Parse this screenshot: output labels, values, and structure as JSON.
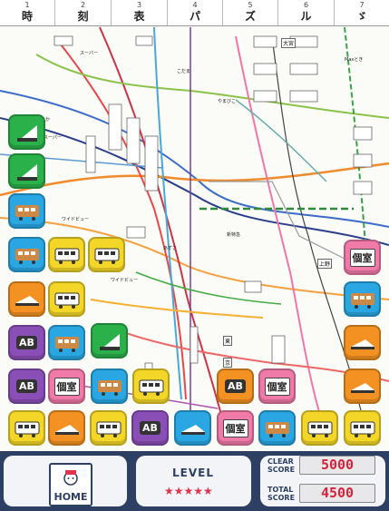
{
  "header": {
    "columns": [
      {
        "num": "1",
        "ch": "時"
      },
      {
        "num": "2",
        "ch": "刻"
      },
      {
        "num": "3",
        "ch": "表"
      },
      {
        "num": "4",
        "ch": "パ"
      },
      {
        "num": "5",
        "ch": "ズ"
      },
      {
        "num": "6",
        "ch": "ル"
      },
      {
        "num": "7",
        "ch": "ゞ"
      }
    ]
  },
  "map_labels": {
    "l1": "スーパー",
    "l2": "ワイドビュー",
    "l3": "こだま",
    "l4": "はるか",
    "l5": "新特急",
    "l6": "やまびこ",
    "l7": "あずさ",
    "l8": "Maxとき"
  },
  "stations": {
    "s1": "東",
    "s2": "京",
    "s3": "大宮",
    "s4": "上野"
  },
  "tiles": {
    "kojitsu": "個室",
    "ab": "AB"
  },
  "hud": {
    "home_label": "HOME",
    "level_label": "LEVEL",
    "stars": "★★★★★",
    "clear_label_1": "CLEAR",
    "clear_label_2": "SCORE",
    "clear_score": "5000",
    "total_label_1": "TOTAL",
    "total_label_2": "SCORE",
    "total_score": "4500"
  },
  "colors": {
    "hud_bg": "#2d3f63",
    "score_red": "#d4233b"
  }
}
